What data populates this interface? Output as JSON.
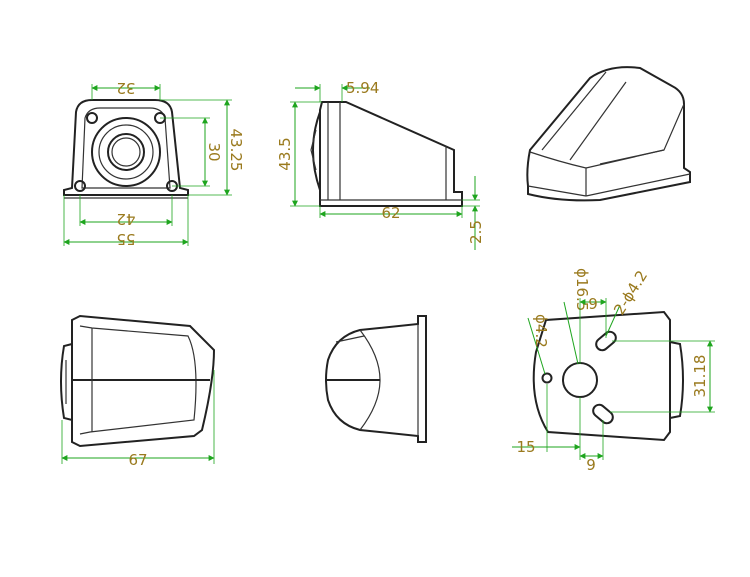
{
  "dimensions": {
    "front_top_width": "32",
    "front_bolt_spacing": "42",
    "front_base_width": "55",
    "front_inner_height": "30",
    "front_total_height": "43.25",
    "side_offset": "5.94",
    "side_height": "43.5",
    "side_length": "62",
    "side_base_thickness": "2.5",
    "bottom_length": "67",
    "base_hole_small": "ϕ4.2",
    "base_hole_center": "ϕ16.5",
    "base_slot": "2-ϕ4.2",
    "base_slot_offset_top": "9",
    "base_slot_offset_bottom": "9",
    "base_hole_offset": "15",
    "base_slot_spacing": "31.18"
  },
  "colors": {
    "dimension_text": "#9a7a1e",
    "dimension_line": "#1ea51e",
    "outline": "#222222"
  }
}
